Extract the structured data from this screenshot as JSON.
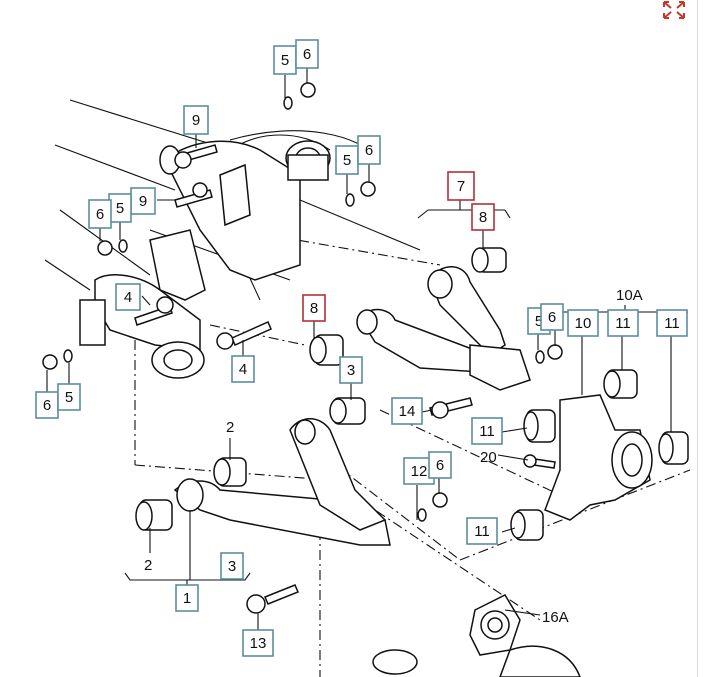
{
  "toolbar": {
    "expand_icon": "expand-arrows-icon",
    "accent": "#c0392b"
  },
  "callouts": [
    {
      "id": "c5a",
      "label": "5",
      "style": "std"
    },
    {
      "id": "c6a",
      "label": "6",
      "style": "std"
    },
    {
      "id": "c9a",
      "label": "9",
      "style": "std"
    },
    {
      "id": "c5b",
      "label": "5",
      "style": "std"
    },
    {
      "id": "c6b",
      "label": "6",
      "style": "std"
    },
    {
      "id": "c9b",
      "label": "9",
      "style": "std"
    },
    {
      "id": "c5c",
      "label": "5",
      "style": "std"
    },
    {
      "id": "c6c",
      "label": "6",
      "style": "std"
    },
    {
      "id": "c7",
      "label": "7",
      "style": "highlight"
    },
    {
      "id": "c8a",
      "label": "8",
      "style": "highlight"
    },
    {
      "id": "c4a",
      "label": "4",
      "style": "std"
    },
    {
      "id": "c4b",
      "label": "4",
      "style": "std"
    },
    {
      "id": "c8b",
      "label": "8",
      "style": "highlight"
    },
    {
      "id": "c6d",
      "label": "6",
      "style": "std"
    },
    {
      "id": "c5d",
      "label": "5",
      "style": "std"
    },
    {
      "id": "c3a",
      "label": "3",
      "style": "std"
    },
    {
      "id": "c14",
      "label": "14",
      "style": "std"
    },
    {
      "id": "c5e",
      "label": "5",
      "style": "std"
    },
    {
      "id": "c6e",
      "label": "6",
      "style": "std"
    },
    {
      "id": "c10",
      "label": "10",
      "style": "std"
    },
    {
      "id": "c11a",
      "label": "11",
      "style": "std"
    },
    {
      "id": "c11b",
      "label": "11",
      "style": "std"
    },
    {
      "id": "c11c",
      "label": "11",
      "style": "std"
    },
    {
      "id": "c11d",
      "label": "11",
      "style": "std"
    },
    {
      "id": "c12",
      "label": "12",
      "style": "std"
    },
    {
      "id": "c6f",
      "label": "6",
      "style": "std"
    },
    {
      "id": "c1",
      "label": "1",
      "style": "std"
    },
    {
      "id": "c3b",
      "label": "3",
      "style": "std"
    },
    {
      "id": "c13",
      "label": "13",
      "style": "std"
    }
  ],
  "free_labels": [
    {
      "id": "t10a",
      "label": "10A"
    },
    {
      "id": "t2a",
      "label": "2"
    },
    {
      "id": "t2b",
      "label": "2"
    },
    {
      "id": "t20",
      "label": "20"
    },
    {
      "id": "t16a",
      "label": "16A"
    }
  ],
  "colors": {
    "std_border": "#5b8ea0",
    "highlight_border": "#b0303a",
    "ink": "#111111"
  }
}
